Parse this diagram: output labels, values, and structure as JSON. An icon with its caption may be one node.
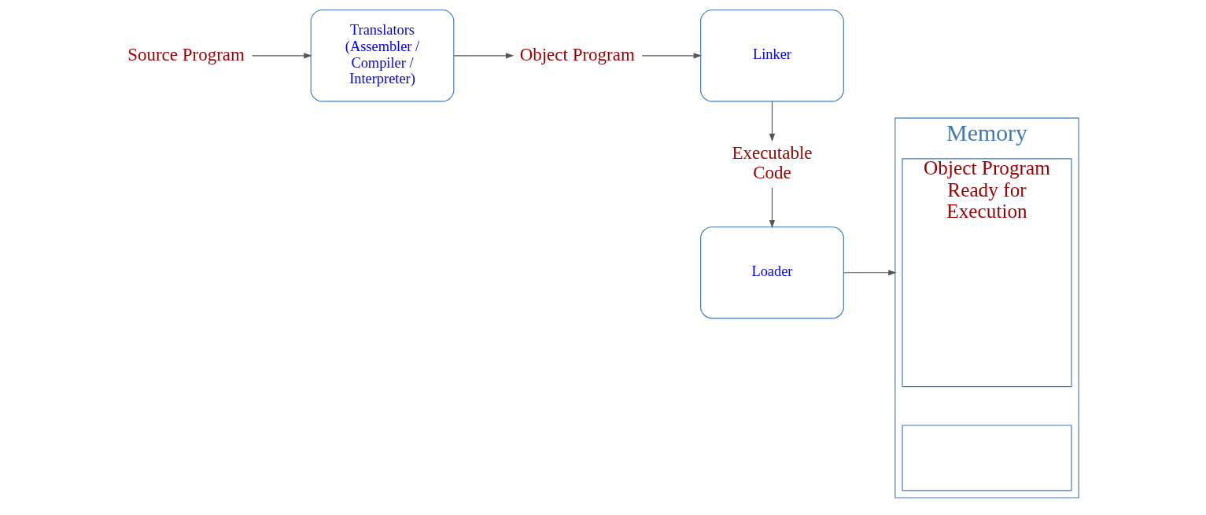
{
  "diagram": {
    "nodes": [
      {
        "text": [
          "Source Program"
        ]
      },
      {
        "text": [
          "Translators (Assembler / Compiler / Interpreter)"
        ]
      },
      {
        "text": [
          "Object Program"
        ]
      },
      {
        "text": [
          "Linker"
        ]
      },
      {
        "text": [
          "Executable Code"
        ]
      },
      {
        "text": [
          "Loader"
        ]
      },
      {
        "text": [
          "Memory"
        ]
      },
      {
        "text": [],
        "shape": "box",
        "in": 6
      },
      {
        "text": [
          "Object Program Ready for Execution"
        ],
        "in": 6
      }
    ],
    "edges": [
      {
        "from": 0,
        "to": 1,
        "arrow": "to"
      },
      {
        "from": 1,
        "to": 2,
        "arrow": "to"
      },
      {
        "from": 2,
        "to": 3,
        "arrow": "to"
      },
      {
        "from": 3,
        "to": 4,
        "arrow": "to"
      },
      {
        "from": 4,
        "to": 5,
        "arrow": "to"
      },
      {
        "from": 5,
        "to": 6,
        "arrow": "to"
      }
    ]
  }
}
